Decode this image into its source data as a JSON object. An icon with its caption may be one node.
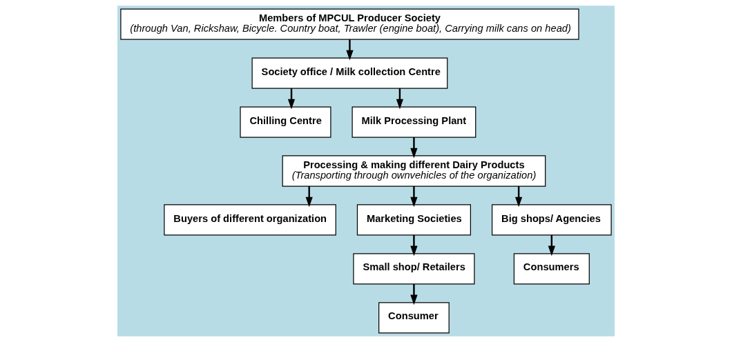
{
  "diagram": {
    "nodes": [
      {
        "text": [
          "Members of MPCUL Producer Society",
          "(through Van, Rickshaw, Bicycle. Country boat, Trawler (engine boat), Carrying milk cans on head)"
        ]
      },
      {
        "text": [
          "Society office / Milk collection Centre"
        ]
      },
      {
        "text": [
          "Chilling Centre"
        ]
      },
      {
        "text": [
          "Milk Processing Plant"
        ]
      },
      {
        "text": [
          "Processing & making different Dairy Products",
          "(Transporting through ownvehicles of the organization)"
        ]
      },
      {
        "text": [
          "Buyers of different organization"
        ]
      },
      {
        "text": [
          "Marketing Societies"
        ]
      },
      {
        "text": [
          "Big shops/ Agencies"
        ]
      },
      {
        "text": [
          "Small shop/ Retailers"
        ]
      },
      {
        "text": [
          "Consumers"
        ]
      },
      {
        "text": [
          "Consumer"
        ]
      }
    ],
    "edges": [
      {
        "from": 0,
        "to": 1,
        "arrow": "to"
      },
      {
        "from": 1,
        "to": 2,
        "arrow": "to"
      },
      {
        "from": 1,
        "to": 3,
        "arrow": "to"
      },
      {
        "from": 3,
        "to": 4,
        "arrow": "to"
      },
      {
        "from": 4,
        "to": 5,
        "arrow": "to"
      },
      {
        "from": 4,
        "to": 6,
        "arrow": "to"
      },
      {
        "from": 4,
        "to": 7,
        "arrow": "to"
      },
      {
        "from": 6,
        "to": 8,
        "arrow": "to"
      },
      {
        "from": 8,
        "to": 10,
        "arrow": "to"
      },
      {
        "from": 7,
        "to": 9,
        "arrow": "to"
      }
    ]
  }
}
